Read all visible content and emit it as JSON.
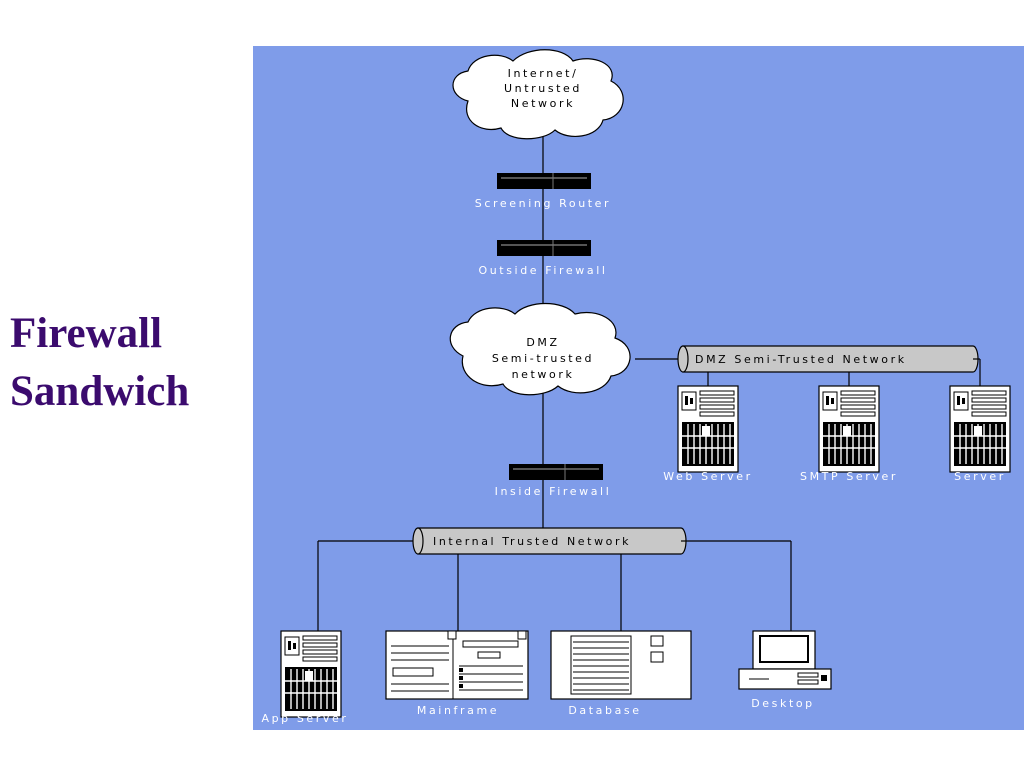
{
  "slide": {
    "title_line1": "Firewall",
    "title_line2": "Sandwich"
  },
  "diagram": {
    "internet_cloud": [
      "Internet/",
      "Untrusted",
      "Network"
    ],
    "screening_router": "Screening Router",
    "outside_firewall": "Outside Firewall",
    "dmz_cloud": [
      "DMZ",
      "Semi-trusted",
      "network"
    ],
    "dmz_network": "DMZ Semi-Trusted Network",
    "web_server": "Web Server",
    "smtp_server": "SMTP Server",
    "server": "Server",
    "inside_firewall": "Inside Firewall",
    "internal_network": "Internal Trusted Network",
    "app_server": "App Server",
    "mainframe": "Mainframe",
    "database": "Database",
    "desktop": "Desktop"
  },
  "colors": {
    "background": "#7f9ce9",
    "title": "#3b0b6e",
    "pipe": "#c8c8c8"
  }
}
